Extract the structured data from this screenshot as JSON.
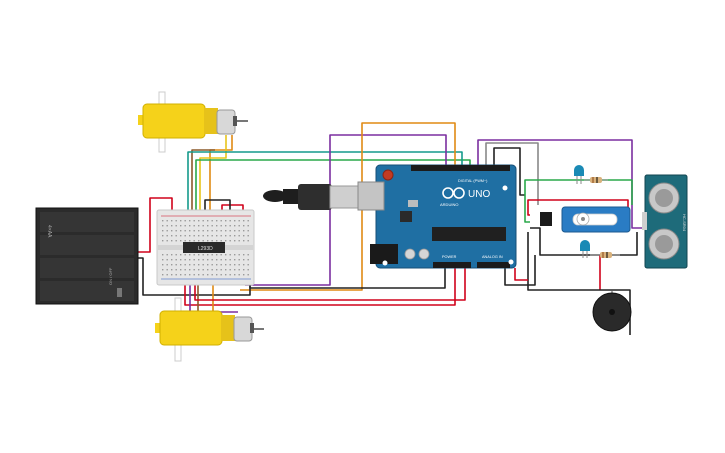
{
  "arduino": {
    "brand": "ARDUINO",
    "model": "UNO",
    "digital_label": "DIGITAL (PWM~)",
    "power_label": "POWER",
    "analog_label": "ANALOG IN"
  },
  "driver_chip": {
    "label": "L293D"
  },
  "battery": {
    "label": "4×AA",
    "switch_label": "ON / OFF"
  },
  "ultrasonic": {
    "label": "HC-SR04"
  },
  "colors": {
    "arduino_board": "#1f6fa3",
    "motor_yellow": "#f5d21a",
    "motor_gear": "#d8d8d8",
    "breadboard": "#e6e6e6",
    "battery": "#2b2b2b",
    "sensor_board": "#1e6b7a",
    "servo": "#2a7cc4",
    "buzzer": "#2a2a2a",
    "led": "#1a8ab5",
    "wire_red": "#d0021b",
    "wire_black": "#222222",
    "wire_green": "#2aa84a",
    "wire_purple": "#7b2fa0",
    "wire_orange": "#e08a14",
    "wire_teal": "#159a8c",
    "wire_gray": "#888888",
    "wire_yellow": "#e8c51b",
    "wire_brown": "#8b5a2b"
  }
}
